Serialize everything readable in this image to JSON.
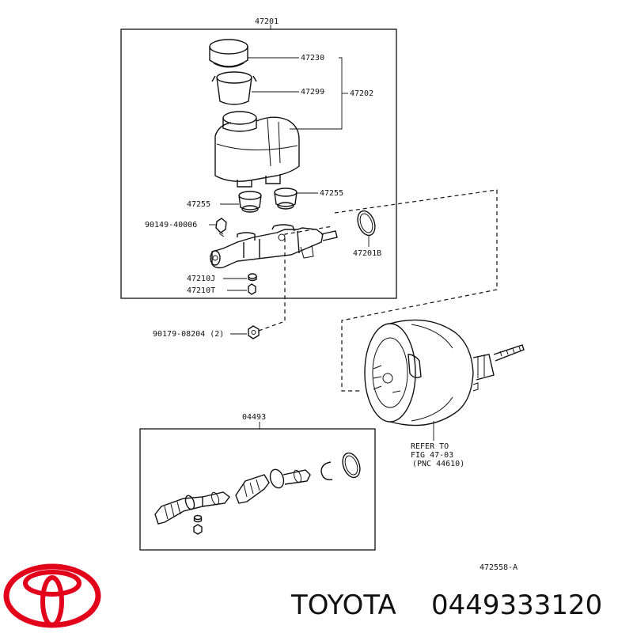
{
  "labels": {
    "assy_master_cylinder": "47201",
    "cap_reservoir": "47230",
    "strainer": "47299",
    "reservoir_sub_assy": "47202",
    "grommet_left": "47255",
    "grommet_right": "47255",
    "bolt": "90149-40006",
    "o_ring": "47201B",
    "plug_j": "47210J",
    "plug_t": "47210T",
    "nut": "90179-08204 (2)",
    "kit": "04493",
    "refer_line1": "REFER TO",
    "refer_line2": "FIG 47-03",
    "refer_line3": "(PNC 44610)",
    "figure_code": "472558-A"
  },
  "brand": {
    "name": "TOYOTA",
    "part_number": "0449333120",
    "logo_color": "#e2001a"
  }
}
